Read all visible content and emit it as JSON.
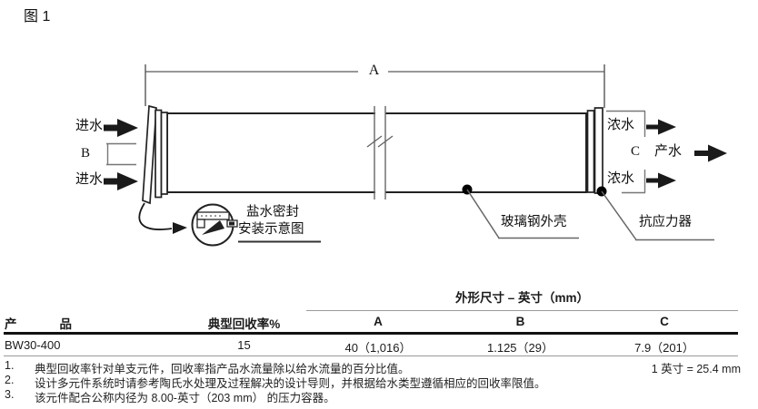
{
  "figure": {
    "title": "图 1",
    "labels": {
      "dim_a": "A",
      "dim_b": "B",
      "dim_c": "C",
      "feed_top": "进水",
      "feed_bottom": "进水",
      "concentrate_top": "浓水",
      "concentrate_bottom": "浓水",
      "product_water": "产水",
      "brine_seal_line1": "盐水密封",
      "brine_seal_line2": "安装示意图",
      "fiberglass_shell": "玻璃钢外壳",
      "anti_telescoping_device": "抗应力器"
    }
  },
  "table": {
    "group_header": "外形尺寸 – 英寸（mm）",
    "header": {
      "product": [
        "产",
        "品"
      ],
      "recovery": "典型回收率%",
      "a": "A",
      "b": "B",
      "c": "C"
    },
    "rows": [
      {
        "product": "BW30-400",
        "recovery": "15",
        "a": "40（1,016）",
        "b": "1.125（29）",
        "c": "7.9（201）"
      }
    ],
    "unit_note": "1 英寸 = 25.4 mm"
  },
  "footnotes": [
    {
      "num": "1.",
      "text": "典型回收率针对单支元件，回收率指产品水流量除以给水流量的百分比值。"
    },
    {
      "num": "2.",
      "text": "设计多元件系统时请参考陶氏水处理及过程解决的设计导则，并根据给水类型遵循相应的回收率限值。"
    },
    {
      "num": "3.",
      "text": "该元件配合公称内径为 8.00-英寸（203 mm） 的压力容器。"
    }
  ],
  "colors": {
    "outline_black": "#1a1a1a",
    "dim_gray": "#777777",
    "rule_gray": "#9a9a9a"
  }
}
